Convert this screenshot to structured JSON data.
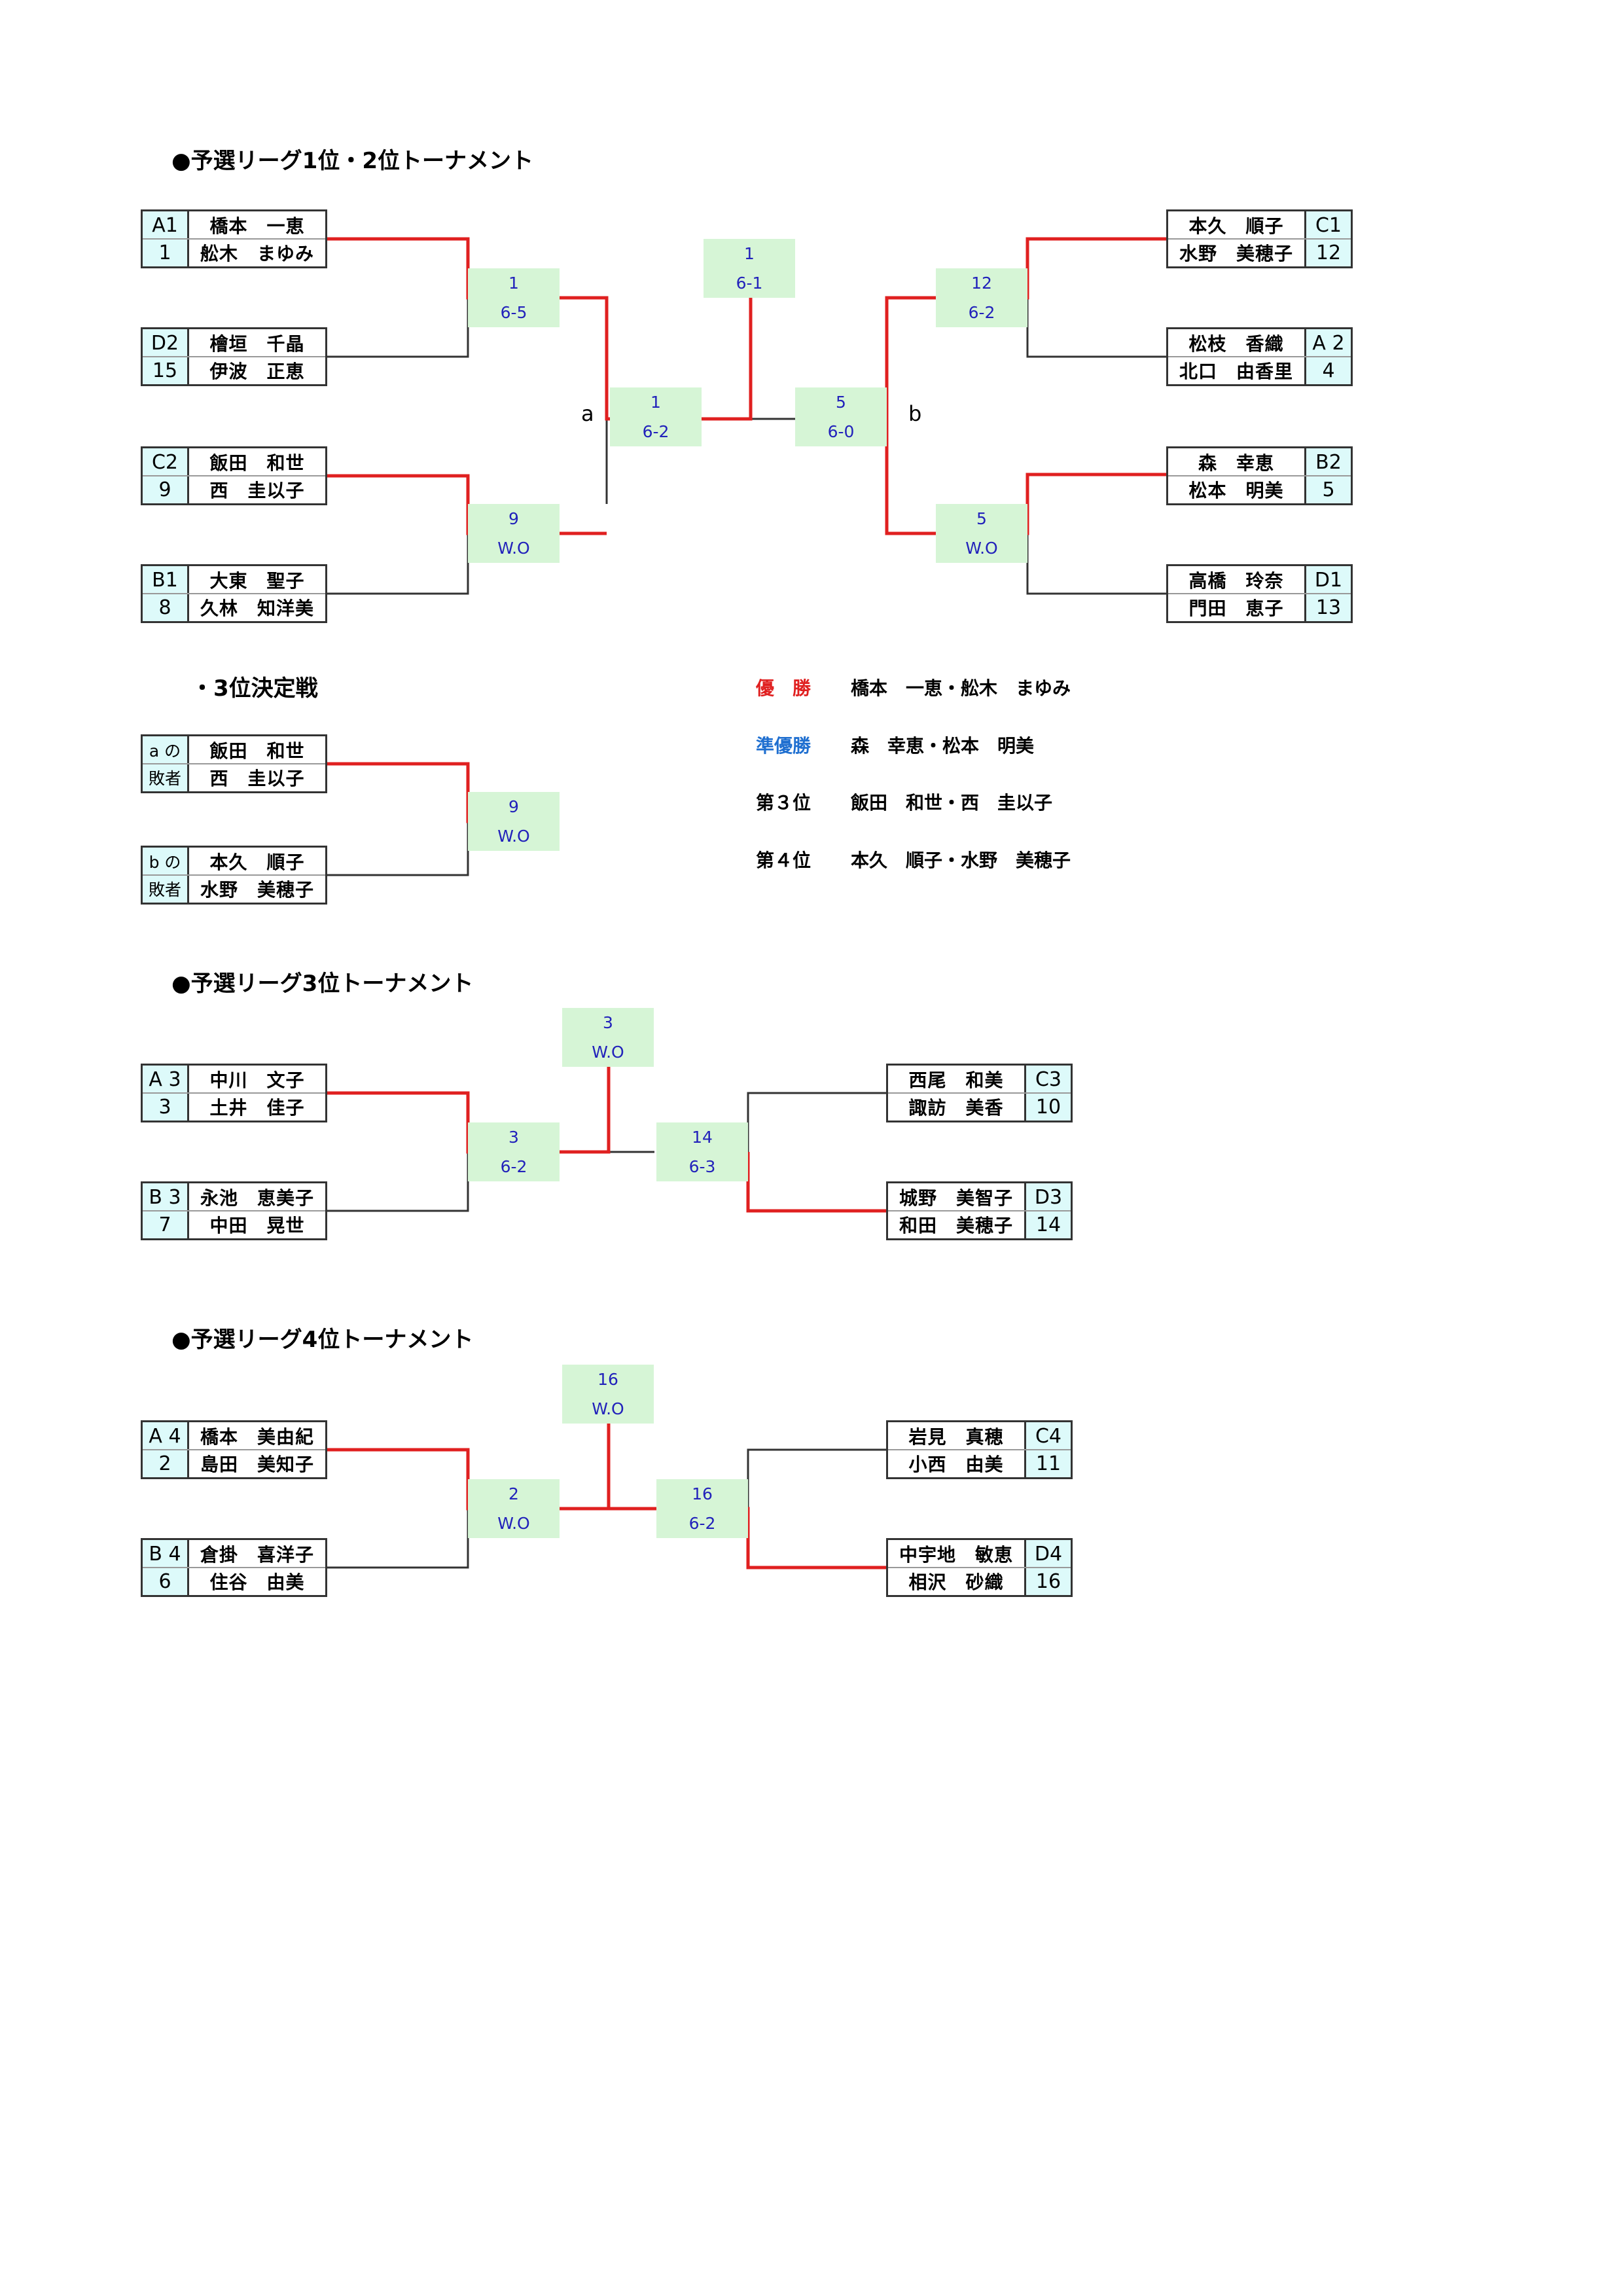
{
  "sections": {
    "main_title": "●予選リーグ1位・2位トーナメント",
    "third_title": "・3位決定戦",
    "league3_title": "●予選リーグ3位トーナメント",
    "league4_title": "●予選リーグ4位トーナメント"
  },
  "entries": {
    "A1": {
      "code": "A1",
      "seed": "1",
      "p1": "橋本　一恵",
      "p2": "舩木　まゆみ"
    },
    "D2": {
      "code": "D2",
      "seed": "15",
      "p1": "檜垣　千晶",
      "p2": "伊波　正恵"
    },
    "C2": {
      "code": "C2",
      "seed": "9",
      "p1": "飯田　和世",
      "p2": "西　圭以子"
    },
    "B1": {
      "code": "B1",
      "seed": "8",
      "p1": "大東　聖子",
      "p2": "久林　知洋美"
    },
    "C1": {
      "code": "C1",
      "seed": "12",
      "p1": "本久　順子",
      "p2": "水野　美穂子"
    },
    "A2": {
      "code": "A 2",
      "seed": "4",
      "p1": "松枝　香織",
      "p2": "北口　由香里"
    },
    "B2": {
      "code": "B2",
      "seed": "5",
      "p1": "森　幸恵",
      "p2": "松本　明美"
    },
    "D1": {
      "code": "D1",
      "seed": "13",
      "p1": "高橋　玲奈",
      "p2": "門田　恵子"
    },
    "LA": {
      "code": "a の",
      "seed": "敗者",
      "p1": "飯田　和世",
      "p2": "西　圭以子"
    },
    "LB": {
      "code": "b の",
      "seed": "敗者",
      "p1": "本久　順子",
      "p2": "水野　美穂子"
    },
    "A3": {
      "code": "A 3",
      "seed": "3",
      "p1": "中川　文子",
      "p2": "土井　佳子"
    },
    "B3": {
      "code": "B 3",
      "seed": "7",
      "p1": "永池　恵美子",
      "p2": "中田　晃世"
    },
    "C3": {
      "code": "C3",
      "seed": "10",
      "p1": "西尾　和美",
      "p2": "諏訪　美香"
    },
    "D3": {
      "code": "D3",
      "seed": "14",
      "p1": "城野　美智子",
      "p2": "和田　美穂子"
    },
    "A4": {
      "code": "A 4",
      "seed": "2",
      "p1": "橋本　美由紀",
      "p2": "島田　美知子"
    },
    "B4": {
      "code": "B 4",
      "seed": "6",
      "p1": "倉掛　喜洋子",
      "p2": "住谷　由美"
    },
    "C4": {
      "code": "C4",
      "seed": "11",
      "p1": "岩見　真穂",
      "p2": "小西　由美"
    },
    "D4": {
      "code": "D4",
      "seed": "16",
      "p1": "中宇地　敏恵",
      "p2": "相沢　砂織"
    }
  },
  "scores": {
    "r1_l_top": {
      "winner": "1",
      "score": "6-5"
    },
    "r1_l_bot": {
      "winner": "9",
      "score": "W.O"
    },
    "r1_r_top": {
      "winner": "12",
      "score": "6-2"
    },
    "r1_r_bot": {
      "winner": "5",
      "score": "W.O"
    },
    "sf_l": {
      "winner": "1",
      "score": "6-2"
    },
    "sf_r": {
      "winner": "5",
      "score": "6-0"
    },
    "final": {
      "winner": "1",
      "score": "6-1"
    },
    "third": {
      "winner": "9",
      "score": "W.O"
    },
    "l3_left": {
      "winner": "3",
      "score": "6-2"
    },
    "l3_right": {
      "winner": "14",
      "score": "6-3"
    },
    "l3_final": {
      "winner": "3",
      "score": "W.O"
    },
    "l4_left": {
      "winner": "2",
      "score": "W.O"
    },
    "l4_right": {
      "winner": "16",
      "score": "6-2"
    },
    "l4_final": {
      "winner": "16",
      "score": "W.O"
    }
  },
  "labels": {
    "a": "a",
    "b": "b"
  },
  "results": [
    {
      "label": "優　勝",
      "names": "橋本　一恵・舩木　まゆみ",
      "color": "#e02020"
    },
    {
      "label": "準優勝",
      "names": "森　幸恵・松本　明美",
      "color": "#1f6fd0"
    },
    {
      "label": "第３位",
      "names": "飯田　和世・西　圭以子",
      "color": "#000000"
    },
    {
      "label": "第４位",
      "names": "本久　順子・水野　美穂子",
      "color": "#000000"
    }
  ],
  "colors": {
    "win_line": "#e02020",
    "line": "#333333",
    "score_bg": "#d6f5d6",
    "code_bg": "#ddfafa"
  }
}
